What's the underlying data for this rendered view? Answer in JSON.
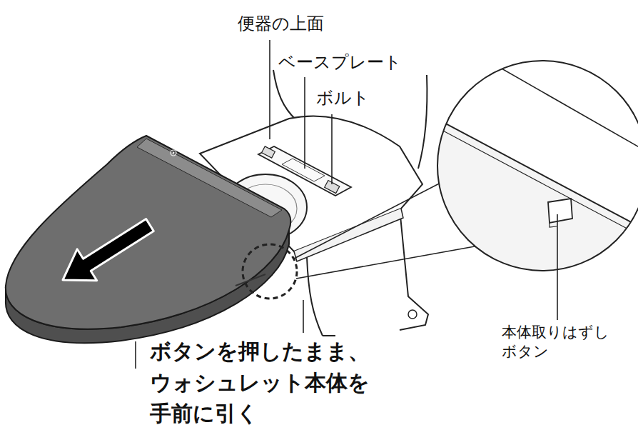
{
  "diagram": {
    "labels": [
      "便器の上面",
      "ベースプレート",
      "ボルト",
      "本体取りはずし ボタン",
      "ボタンを押したまま、 ウォシュレット本体を 手前に引く"
    ]
  }
}
